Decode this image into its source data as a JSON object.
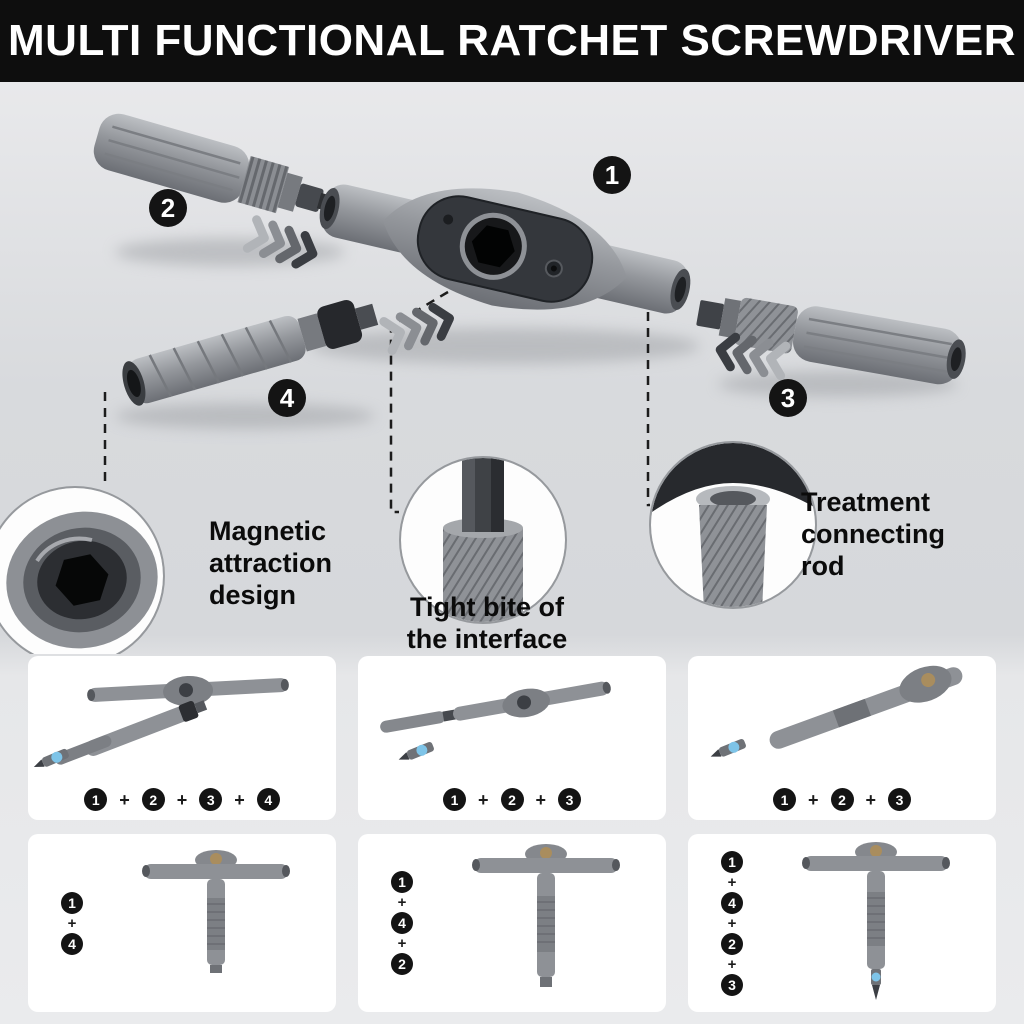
{
  "banner": {
    "title": "MULTI FUNCTIONAL RATCHET SCREWDRIVER"
  },
  "diagram": {
    "part_badges": [
      "1",
      "2",
      "3",
      "4"
    ]
  },
  "callouts": {
    "magnetic": {
      "line1": "Magnetic",
      "line2": "attraction",
      "line3": "design"
    },
    "tight_bite": {
      "line1": "Tight bite of",
      "line2": "the interface"
    },
    "treatment": {
      "line1": "Treatment",
      "line2": "connecting",
      "line3": "rod"
    }
  },
  "plus": "+",
  "combo_cards": {
    "row1": [
      {
        "items": [
          "1",
          "2",
          "3",
          "4"
        ]
      },
      {
        "items": [
          "1",
          "2",
          "3"
        ]
      },
      {
        "items": [
          "1",
          "2",
          "3"
        ]
      }
    ],
    "row2": [
      {
        "items": [
          "1",
          "4"
        ]
      },
      {
        "items": [
          "1",
          "4",
          "2"
        ]
      },
      {
        "items": [
          "1",
          "4",
          "2",
          "3"
        ]
      }
    ]
  },
  "colors": {
    "banner_bg": "#0e0e0e",
    "banner_text": "#ffffff",
    "badge_bg": "#141414",
    "badge_text": "#ffffff",
    "metal_gray": "#8e9196",
    "dark_part": "#2e3033",
    "brass": "#a98d5e",
    "bit_blue": "#7ec4e8",
    "card_bg": "#ffffff"
  }
}
